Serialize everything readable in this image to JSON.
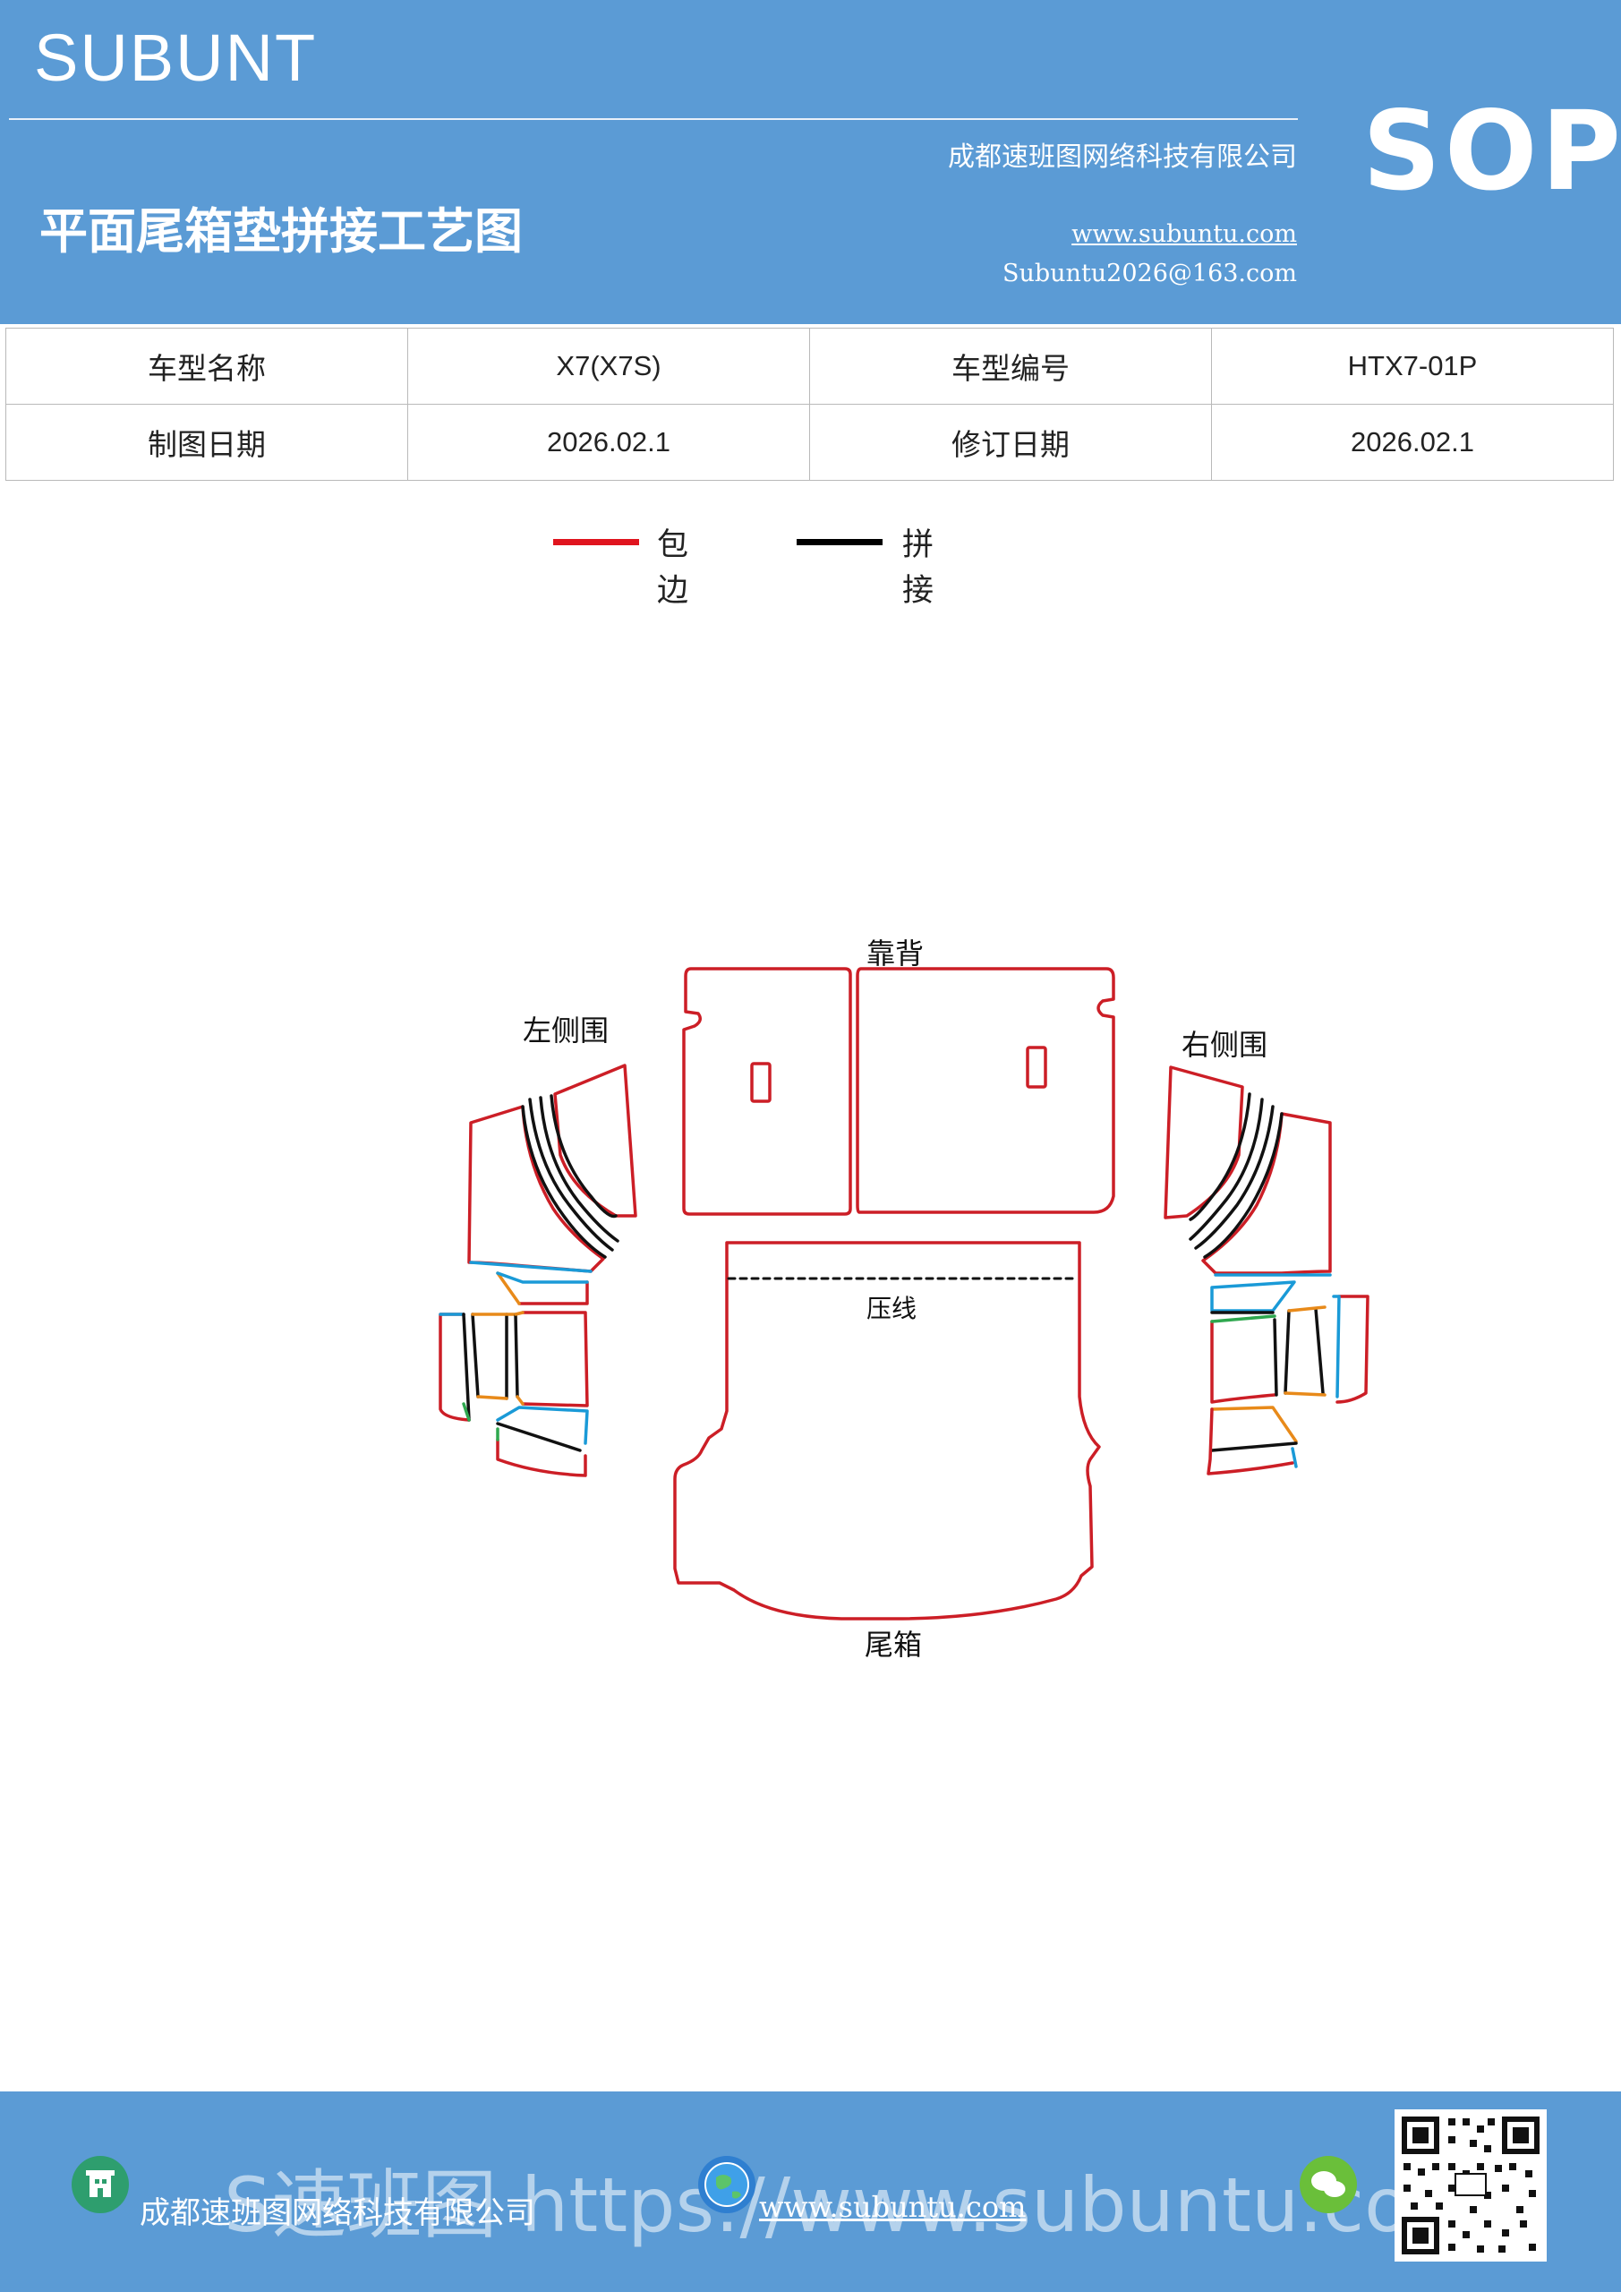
{
  "header": {
    "brand": "SUBUNT",
    "title": "平面尾箱垫拼接工艺图",
    "company": "成都速班图网络科技有限公司",
    "website": "www.subuntu.com",
    "email": "Subuntu2026@163.com",
    "badge": "SOP",
    "background_color": "#5b9bd5"
  },
  "info_table": {
    "rows": [
      [
        "车型名称",
        "X7(X7S)",
        "车型编号",
        "HTX7-01P"
      ],
      [
        "制图日期",
        "2026.02.1",
        "修订日期",
        "2026.02.1"
      ]
    ]
  },
  "legend": {
    "items": [
      {
        "label": "包边",
        "color": "#e0141e"
      },
      {
        "label": "拼接",
        "color": "#000000"
      }
    ]
  },
  "diagram": {
    "labels": {
      "backrest": "靠背",
      "left_side": "左侧围",
      "right_side": "右侧围",
      "crease": "压线",
      "trunk": "尾箱"
    },
    "colors": {
      "edge": "#cc1e26",
      "seam": "#111111",
      "blue": "#1a9ad7",
      "orange": "#e88a1a",
      "green": "#2fa84f"
    }
  },
  "footer": {
    "company": "成都速班图网络科技有限公司",
    "website": "www.subuntu.com",
    "watermark": "S速班图 https://www.subuntu.com",
    "icons": [
      "building-icon",
      "globe-icon",
      "wechat-icon",
      "qr-code"
    ]
  }
}
